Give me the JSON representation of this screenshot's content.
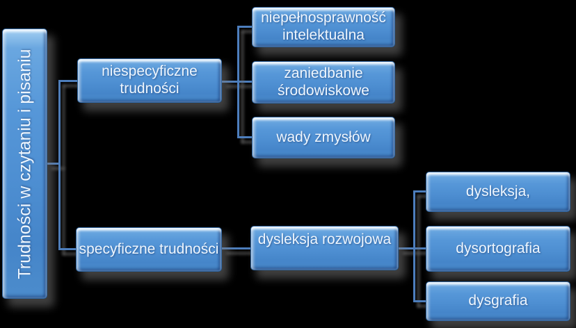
{
  "diagram": {
    "type": "hierarchy-smartart",
    "language": "pl",
    "title": "Trudności w czytaniu i pisaniu"
  },
  "nodes": {
    "root": {
      "label": "Trudności w czytaniu i pisaniu"
    },
    "nonspecific": {
      "label": "niespecyficzne trudności"
    },
    "intellectual": {
      "label": "niepełnosprawność intelektualna"
    },
    "environmental": {
      "label": "zaniedbanie środowiskowe"
    },
    "sensory": {
      "label": "wady zmysłów"
    },
    "specific": {
      "label": "specyficzne trudności"
    },
    "developmental": {
      "label": "dysleksja rozwojowa"
    },
    "dyslexia": {
      "label": "dysleksja,"
    },
    "dysorthography": {
      "label": "dysortografia"
    },
    "dysgraphia": {
      "label": "dysgrafia"
    }
  },
  "colors": {
    "background": "#000000",
    "node_fill": "#4e8fd2",
    "node_highlight": "#a5d0f2",
    "node_border": "#2f649e",
    "connector_line": "#4d7ebd",
    "shadow": "#707070",
    "text": "#eef6fe"
  }
}
